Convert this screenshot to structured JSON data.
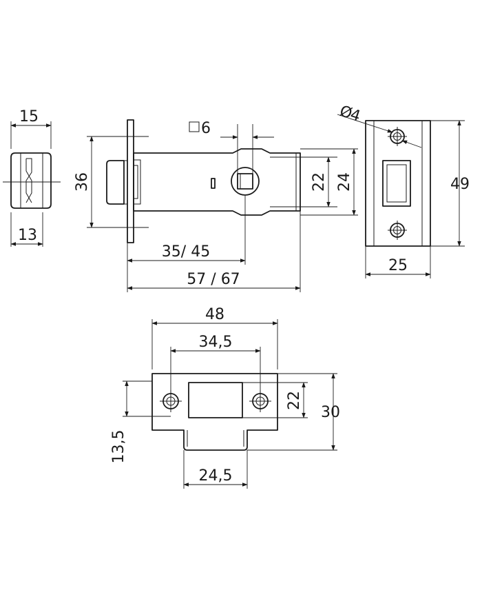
{
  "dimensions": {
    "side_width": "15",
    "side_inner": "13",
    "height_36": "36",
    "square": "6",
    "backset": "35/ 45",
    "total_length": "57 / 67",
    "bolt_22": "22",
    "bolt_24": "24",
    "hole_dia": "4",
    "faceplate_height": "49",
    "faceplate_width": "25",
    "strike_length": "48",
    "strike_holes": "34,5",
    "strike_height_22": "22",
    "strike_height_30": "30",
    "strike_offset": "13,5",
    "strike_lip": "24,5"
  },
  "colors": {
    "line": "#1a1a1a",
    "background": "#ffffff"
  },
  "icons": {
    "square_symbol": "square-symbol-icon",
    "diameter_symbol": "diameter-symbol-icon"
  }
}
